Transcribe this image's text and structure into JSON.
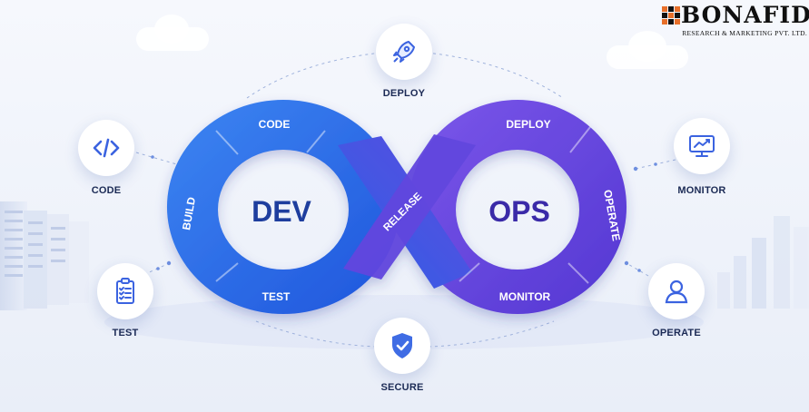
{
  "brand": {
    "wordmark": "BONAFIDE",
    "registered": "®",
    "tagline": "RESEARCH & MARKETING PVT. LTD."
  },
  "loop": {
    "left_center": "DEV",
    "right_center": "OPS",
    "segments": {
      "code": "CODE",
      "build": "BUILD",
      "test": "TEST",
      "release": "RELEASE",
      "deploy": "DEPLOY",
      "operate": "OPERATE",
      "monitor": "MONITOR"
    }
  },
  "nodes": {
    "deploy": "DEPLOY",
    "code": "CODE",
    "test": "TEST",
    "secure": "SECURE",
    "monitor": "MONITOR",
    "operate": "OPERATE"
  },
  "colors": {
    "dev_blue": "#2f6bea",
    "ops_purple": "#6a4de2",
    "icon_blue": "#3b63e0",
    "label_dark": "#1b2a55"
  }
}
